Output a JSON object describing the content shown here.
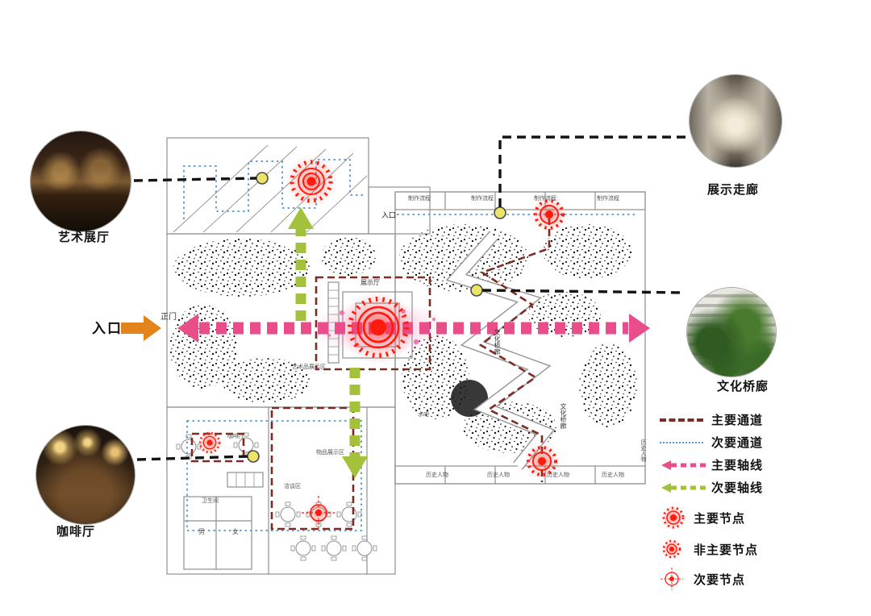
{
  "callouts": {
    "art_hall": {
      "label": "艺术展厅"
    },
    "display_corridor": {
      "label": "展示走廊"
    },
    "culture_bridge": {
      "label": "文化桥廊"
    },
    "coffee_hall": {
      "label": "咖啡厅"
    }
  },
  "entrance": {
    "label": "入口",
    "gate": "正门"
  },
  "plan": {
    "entrance_label": "入口",
    "rooms": {
      "workshop": "制作流程",
      "history_figures": "历史人物",
      "culture_gallery": "文化桥廊",
      "exhibit_hall": "展示厅",
      "art_display": "艺术品展示区",
      "water_bar": "水吧",
      "coffee": "咖啡厅",
      "display_zone": "物品展示区",
      "meeting_zone": "洽谈区",
      "restroom": "卫生间",
      "male": "男",
      "female": "女"
    }
  },
  "legend": {
    "items": [
      {
        "id": "main-passage",
        "label": "主要通道",
        "color": "#7e2b24",
        "style": "dashed-line"
      },
      {
        "id": "secondary-passage",
        "label": "次要通道",
        "color": "#4f97d8",
        "style": "dotted-line"
      },
      {
        "id": "main-axis",
        "label": "主要轴线",
        "color": "#e94e8b",
        "style": "dashed-arrow"
      },
      {
        "id": "secondary-axis",
        "label": "次要轴线",
        "color": "#a3c13a",
        "style": "dashed-arrow"
      },
      {
        "id": "main-node",
        "label": "主要节点",
        "color": "#ff1a0e",
        "style": "node-glow"
      },
      {
        "id": "nonmain-node",
        "label": "非主要节点",
        "color": "#ff1a0e",
        "style": "node-target"
      },
      {
        "id": "secondary-node",
        "label": "次要节点",
        "color": "#ff1a0e",
        "style": "node-crosshair"
      }
    ]
  },
  "colors": {
    "main_axis_pink": "#e94e8b",
    "secondary_axis_green": "#a3c13a",
    "main_passage_maroon": "#7e2b24",
    "secondary_passage_blue": "#4f97d8",
    "node_red": "#ff1a0e",
    "entrance_orange": "#e2831c",
    "marker_yellow": "#ece468"
  }
}
